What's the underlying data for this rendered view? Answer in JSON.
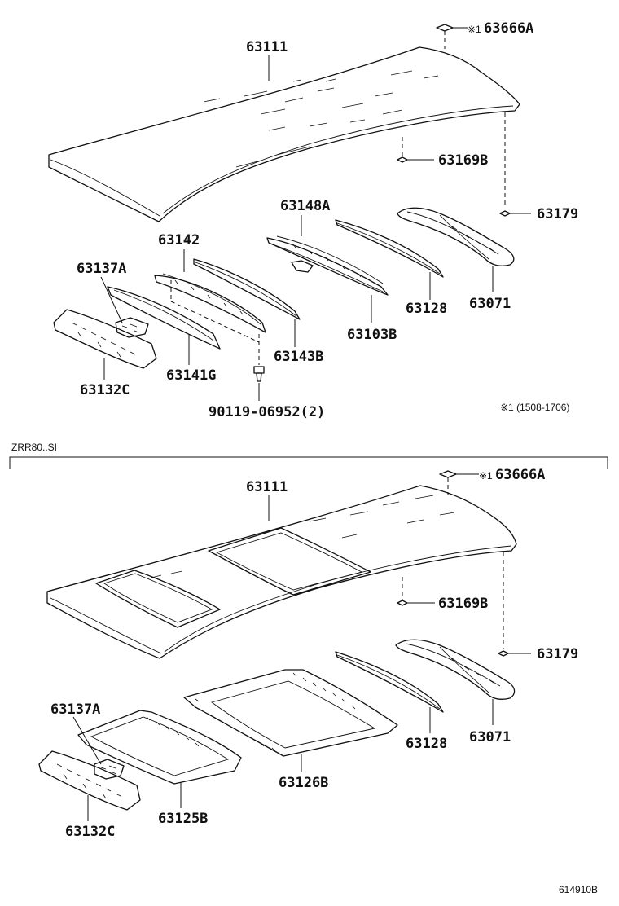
{
  "diagram_top": {
    "labels": {
      "p63111": "63111",
      "p63666a": "63666A",
      "p63169b": "63169B",
      "p63179": "63179",
      "p63148a": "63148A",
      "p63142": "63142",
      "p63137a": "63137A",
      "p63128": "63128",
      "p63071": "63071",
      "p63103b": "63103B",
      "p63143b": "63143B",
      "p63141g": "63141G",
      "p63132c": "63132C",
      "p90119": "90119-06952(2)"
    },
    "note_marker": "※1",
    "note_text": "※1 (1508-1706)"
  },
  "section_bottom": {
    "header": "ZRR80..SI",
    "labels": {
      "p63111": "63111",
      "p63666a": "63666A",
      "p63169b": "63169B",
      "p63179": "63179",
      "p63137a": "63137A",
      "p63128": "63128",
      "p63071": "63071",
      "p63126b": "63126B",
      "p63132c": "63132C",
      "p63125b": "63125B"
    },
    "note_marker": "※1"
  },
  "footer": {
    "figure_code": "614910B"
  }
}
